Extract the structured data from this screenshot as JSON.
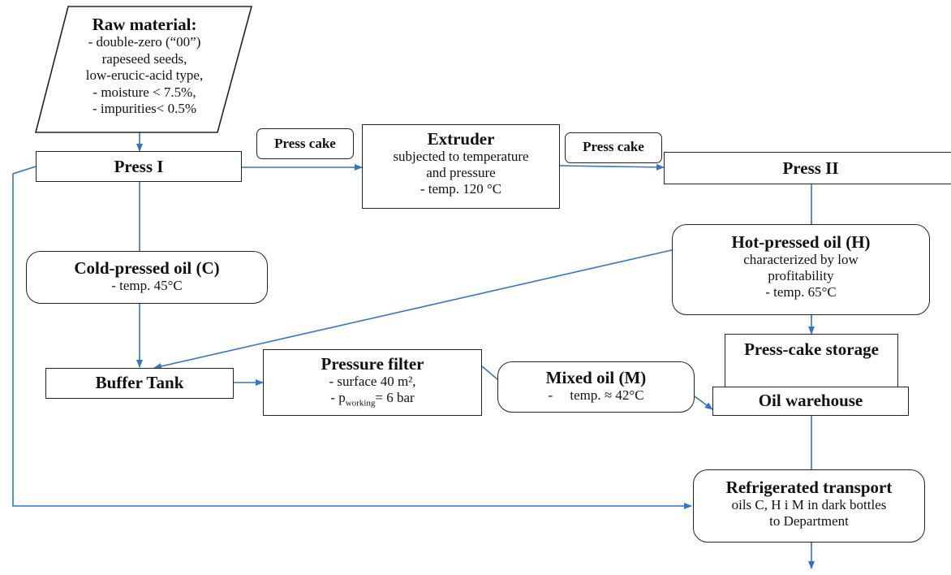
{
  "raw_material": {
    "title": "Raw material:",
    "lines": [
      "-   double-zero (“00”)",
      "rapeseed seeds,",
      "low-erucic-acid type,",
      "-   moisture < 7.5%,",
      "-   impurities< 0.5%"
    ]
  },
  "press_i": {
    "title": "Press I"
  },
  "press_cake_1": {
    "label": "Press cake"
  },
  "extruder": {
    "title": "Extruder",
    "lines": [
      "subjected to temperature",
      "and pressure",
      "-   temp. 120 °C"
    ]
  },
  "press_cake_2": {
    "label": "Press cake"
  },
  "press_ii": {
    "title": "Press II"
  },
  "cold_oil": {
    "title": "Cold-pressed oil (C)",
    "line": "- temp. 45°C"
  },
  "hot_oil": {
    "title": "Hot-pressed oil (H)",
    "lines": [
      "characterized by low",
      "profitability",
      "- temp. 65°C"
    ]
  },
  "buffer_tank": {
    "title": "Buffer Tank"
  },
  "pressure_filter": {
    "title": "Pressure filter",
    "line1": "- surface 40 m²,",
    "line2_prefix": "- p",
    "line2_sub": "working",
    "line2_suffix": "= 6 bar"
  },
  "mixed_oil": {
    "title": "Mixed oil (M)",
    "line": "-     temp. ≈ 42°C"
  },
  "press_cake_storage": {
    "title": "Press-cake storage"
  },
  "oil_warehouse": {
    "title": "Oil warehouse"
  },
  "refrigerated_transport": {
    "title": "Refrigerated transport",
    "lines": [
      "oils C, H i M in dark bottles",
      "to Department"
    ]
  },
  "colors": {
    "arrow": "#2f75c9",
    "border": "#222222"
  }
}
